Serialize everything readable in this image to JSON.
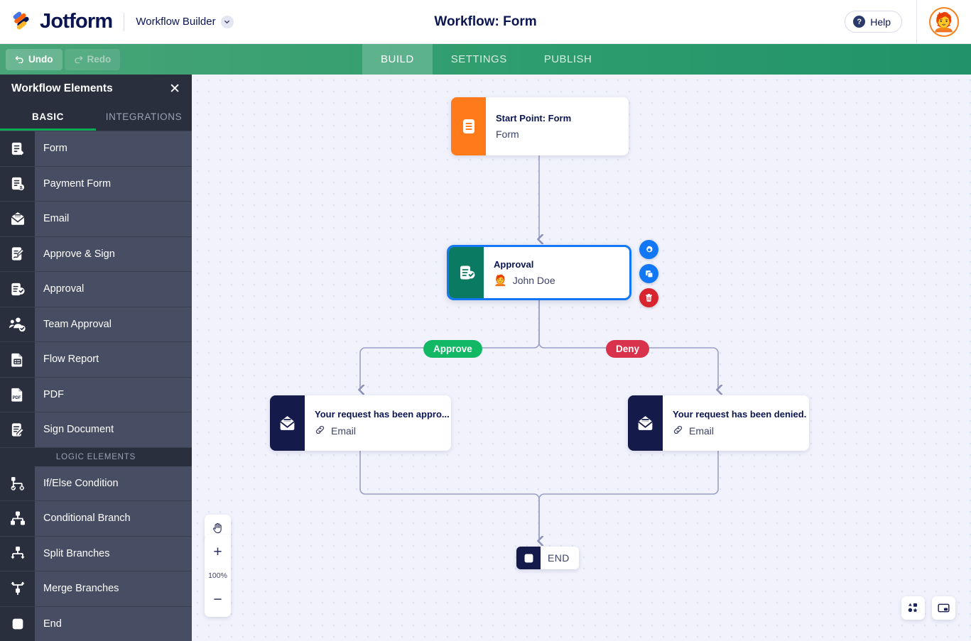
{
  "header": {
    "brand": "Jotform",
    "logo_icon": "jotform-logo-icon",
    "product": "Workflow Builder",
    "product_caret_icon": "chevron-down-icon",
    "page_title": "Workflow: Form",
    "help_label": "Help",
    "help_icon": "question-mark-icon",
    "avatar_icon": "user-avatar-icon"
  },
  "toolbar": {
    "undo_label": "Undo",
    "undo_icon": "undo-arrow-icon",
    "redo_label": "Redo",
    "redo_icon": "redo-arrow-icon",
    "tabs": [
      {
        "label": "BUILD",
        "active": true
      },
      {
        "label": "SETTINGS",
        "active": false
      },
      {
        "label": "PUBLISH",
        "active": false
      }
    ]
  },
  "sidebar": {
    "title": "Workflow Elements",
    "close_icon": "close-icon",
    "tabs": [
      {
        "label": "BASIC",
        "active": true
      },
      {
        "label": "INTEGRATIONS",
        "active": false
      }
    ],
    "section_label": "LOGIC ELEMENTS",
    "basic_items": [
      {
        "label": "Form",
        "icon": "form-icon"
      },
      {
        "label": "Payment Form",
        "icon": "payment-form-icon"
      },
      {
        "label": "Email",
        "icon": "email-envelope-icon"
      },
      {
        "label": "Approve & Sign",
        "icon": "approve-sign-icon"
      },
      {
        "label": "Approval",
        "icon": "approval-check-icon"
      },
      {
        "label": "Team Approval",
        "icon": "team-approval-icon"
      },
      {
        "label": "Flow Report",
        "icon": "flow-report-icon"
      },
      {
        "label": "PDF",
        "icon": "pdf-file-icon"
      },
      {
        "label": "Sign Document",
        "icon": "sign-document-icon"
      }
    ],
    "logic_items": [
      {
        "label": "If/Else Condition",
        "icon": "if-else-condition-icon"
      },
      {
        "label": "Conditional Branch",
        "icon": "conditional-branch-icon"
      },
      {
        "label": "Split Branches",
        "icon": "split-branches-icon"
      },
      {
        "label": "Merge Branches",
        "icon": "merge-branches-icon"
      },
      {
        "label": "End",
        "icon": "end-square-icon"
      }
    ]
  },
  "canvas": {
    "nodes": {
      "start": {
        "title": "Start Point: Form",
        "subtitle": "Form",
        "icon": "form-document-icon",
        "accent": "#ff7a1b"
      },
      "approval": {
        "title": "Approval",
        "subtitle": "John Doe",
        "subtitle_avatar": "user-avatar-icon",
        "icon": "approval-check-icon",
        "accent": "#0a7a63",
        "selected": true
      },
      "email_approved": {
        "title": "Your request has been appro...",
        "subtitle": "Email",
        "subtitle_icon": "link-chain-icon",
        "icon": "email-envelope-icon",
        "accent": "#141a4a"
      },
      "email_denied": {
        "title": "Your request has been denied.",
        "subtitle": "Email",
        "subtitle_icon": "link-chain-icon",
        "icon": "email-envelope-icon",
        "accent": "#141a4a"
      },
      "end": {
        "label": "END",
        "icon": "end-square-icon",
        "accent": "#141a4a"
      }
    },
    "branch_labels": [
      {
        "label": "Approve",
        "color": "#13b865"
      },
      {
        "label": "Deny",
        "color": "#d8324c"
      }
    ],
    "node_actions": [
      {
        "name": "settings",
        "icon": "gear-icon",
        "color": "#1277f4"
      },
      {
        "name": "duplicate",
        "icon": "copy-icon",
        "color": "#1277f4"
      },
      {
        "name": "delete",
        "icon": "trash-icon",
        "color": "#d8242f"
      }
    ],
    "controls": {
      "pan_icon": "hand-pan-icon",
      "zoom_in": "+",
      "zoom_level": "100%",
      "zoom_out": "−",
      "elements_icon": "shapes-elements-icon",
      "minimap_icon": "minimap-icon"
    }
  }
}
